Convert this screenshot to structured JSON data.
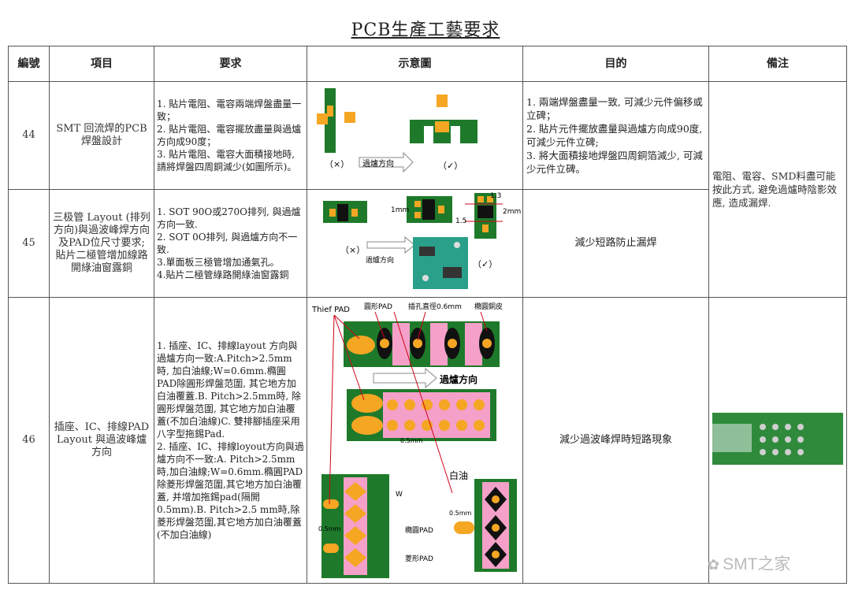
{
  "title": "PCB生產工藝要求",
  "headers": [
    "編號",
    "項目",
    "要求",
    "示意圖",
    "目的",
    "備注"
  ],
  "rows": [
    {
      "num": "44",
      "item": "SMT 回流焊的PCB焊盤設計",
      "requirements": [
        "1. 貼片電阻、電容兩端焊盤盡量一致；",
        "2. 貼片電阻、電容擺放盡量與過爐方向成90度；",
        "3. 貼片電阻、電容大面積接地時, 請將焊盤四周銅減少(如圖所示)。"
      ],
      "diagram": {
        "wrong": "（×）",
        "right": "（✓）",
        "flow": "過爐方向"
      },
      "purpose": [
        "1. 兩端焊盤盡量一致, 可減少元件偏移或立碑；",
        "2. 貼片元件擺放盡量與過爐方向成90度, 可減少元件立碑;",
        "3. 將大面積接地焊盤四周銅箔減少, 可減少元件立碑。"
      ]
    },
    {
      "num": "45",
      "item": "三极管 Layout (排列方向)與過波峰焊方向及PAD位尺寸要求;\n貼片二極管增加線路開綠油窗露銅",
      "requirements": [
        "1. SOT 90O或270O排列, 與過爐方向一致.",
        "2. SOT 0O排列, 與過爐方向不一致.",
        "3.單面板三極管增加通氣孔。",
        "4.貼片二極管綠路開綠油窗露銅"
      ],
      "diagram": {
        "wrong": "（×）",
        "right": "（✓）",
        "flow": "過爐方向",
        "dim1": "1mm",
        "dim2": "1.5",
        "dim3": "2mm",
        "dim4": "1.3"
      },
      "purpose": "減少短路防止漏焊"
    },
    {
      "num": "46",
      "item": "插座、IC、排線PAD Layout 與過波峰爐方向",
      "requirements": [
        "1. 插座、IC、排線layout 方向與過爐方向一致:A.Pitch>2.5mm時, 加白油線;W=0.6mm.橢圓PAD除圓形焊盤范圍, 其它地方加白油覆蓋.B. Pitch>2.5mm時, 除圓形焊盤范圍, 其它地方加白油覆蓋(不加白油線)C. 雙排腳插座采用八字型拖錫Pad.",
        "2. 插座、IC、排線loyout方向與過爐方向不一致:A. Pitch>2.5mm時,加白油線;W=0.6mm.橢圓PAD除菱形焊盤范圍,其它地方加白油覆蓋, 并增加拖錫pad(隔開0.5mm).B. Pitch>2.5 mm時,除菱形焊盤范圍,其它地方加白油覆蓋(不加白油線)"
      ],
      "diagram": {
        "thief": "Thief PAD",
        "round": "圓形PAD",
        "hole": "插孔直徑0.6mm",
        "oval_copper": "橢圓銅皮",
        "flow": "過爐方向",
        "white_oil": "白油",
        "w": "W",
        "gap1": "0.5mm",
        "gap2": "0.5mm",
        "oval_pad": "橢圓PAD",
        "diamond_pad": "菱形PAD",
        "dim": "0.5mm"
      },
      "purpose": "減少過波峰焊時短路現象"
    }
  ],
  "note": "電阻、電容、SMD料盡可能按此方式, 避免過爐時陰影效應, 造成漏焊.",
  "watermark": "SMT之家",
  "colors": {
    "pcb_green": "#1e7a2a",
    "pad_orange": "#f5a623",
    "pink": "#f4a0c8",
    "red": "#d0021b"
  }
}
